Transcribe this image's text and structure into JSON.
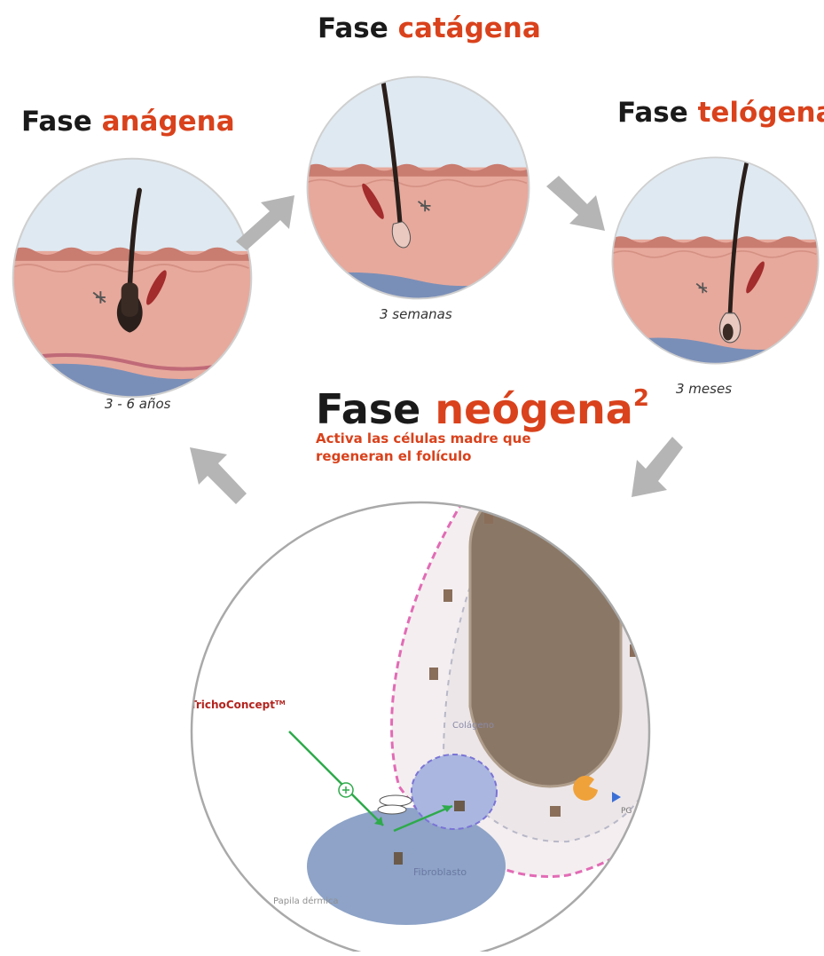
{
  "phases": {
    "catagena": {
      "prefix": "Fase ",
      "name": "catágena",
      "duration": "3 semanas"
    },
    "anagena": {
      "prefix": "Fase ",
      "name": "anágena",
      "duration": "3 - 6 años"
    },
    "telogena": {
      "prefix": "Fase ",
      "name": "telógena",
      "duration": "3 meses"
    },
    "neogena": {
      "prefix": "Fase ",
      "name": "neógena",
      "superscript": "2",
      "subtitle": "Activa las células madre que regeneran el folículo"
    }
  },
  "detail": {
    "brand_prefix": "Tricho",
    "brand_name": "Concept",
    "brand_mark": "TM",
    "label_colageno": "Colágeno",
    "label_fibroblasto": "Fibroblasto",
    "label_papila": "Papila dérmica",
    "label_pg": "PG"
  },
  "colors": {
    "accent": "#d9421c",
    "arrow": "#b5b5b5",
    "skin": "#e7a99c",
    "sky": "#dfe9f1",
    "hair": "#2a1f1b",
    "green": "#2eaa4b"
  }
}
